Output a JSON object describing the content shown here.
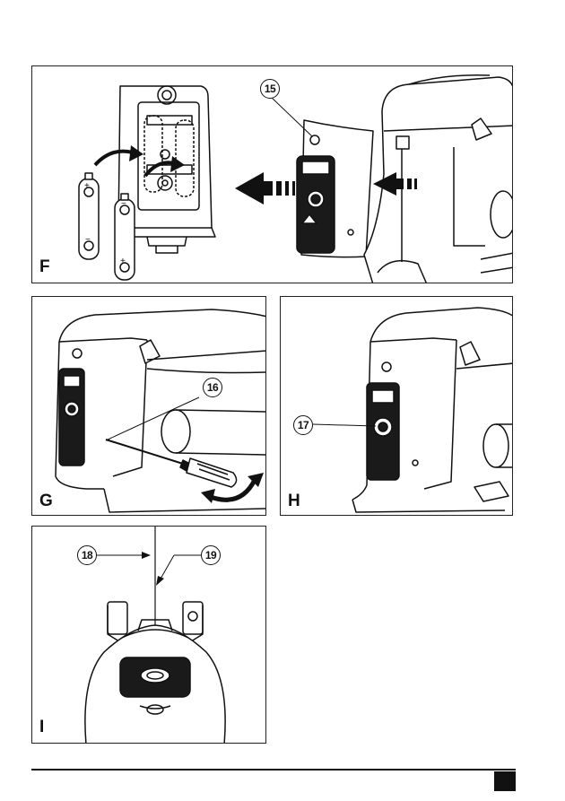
{
  "figures": {
    "F": {
      "label": "F",
      "callouts": [
        "15"
      ]
    },
    "G": {
      "label": "G",
      "callouts": [
        "16"
      ]
    },
    "H": {
      "label": "H",
      "callouts": [
        "17"
      ]
    },
    "I": {
      "label": "I",
      "callouts": [
        "18",
        "19"
      ]
    }
  },
  "battery_symbols": {
    "plus": "+",
    "minus": "−"
  },
  "colors": {
    "line": "#111111",
    "paper": "#ffffff",
    "dark": "#1a1a1a"
  }
}
